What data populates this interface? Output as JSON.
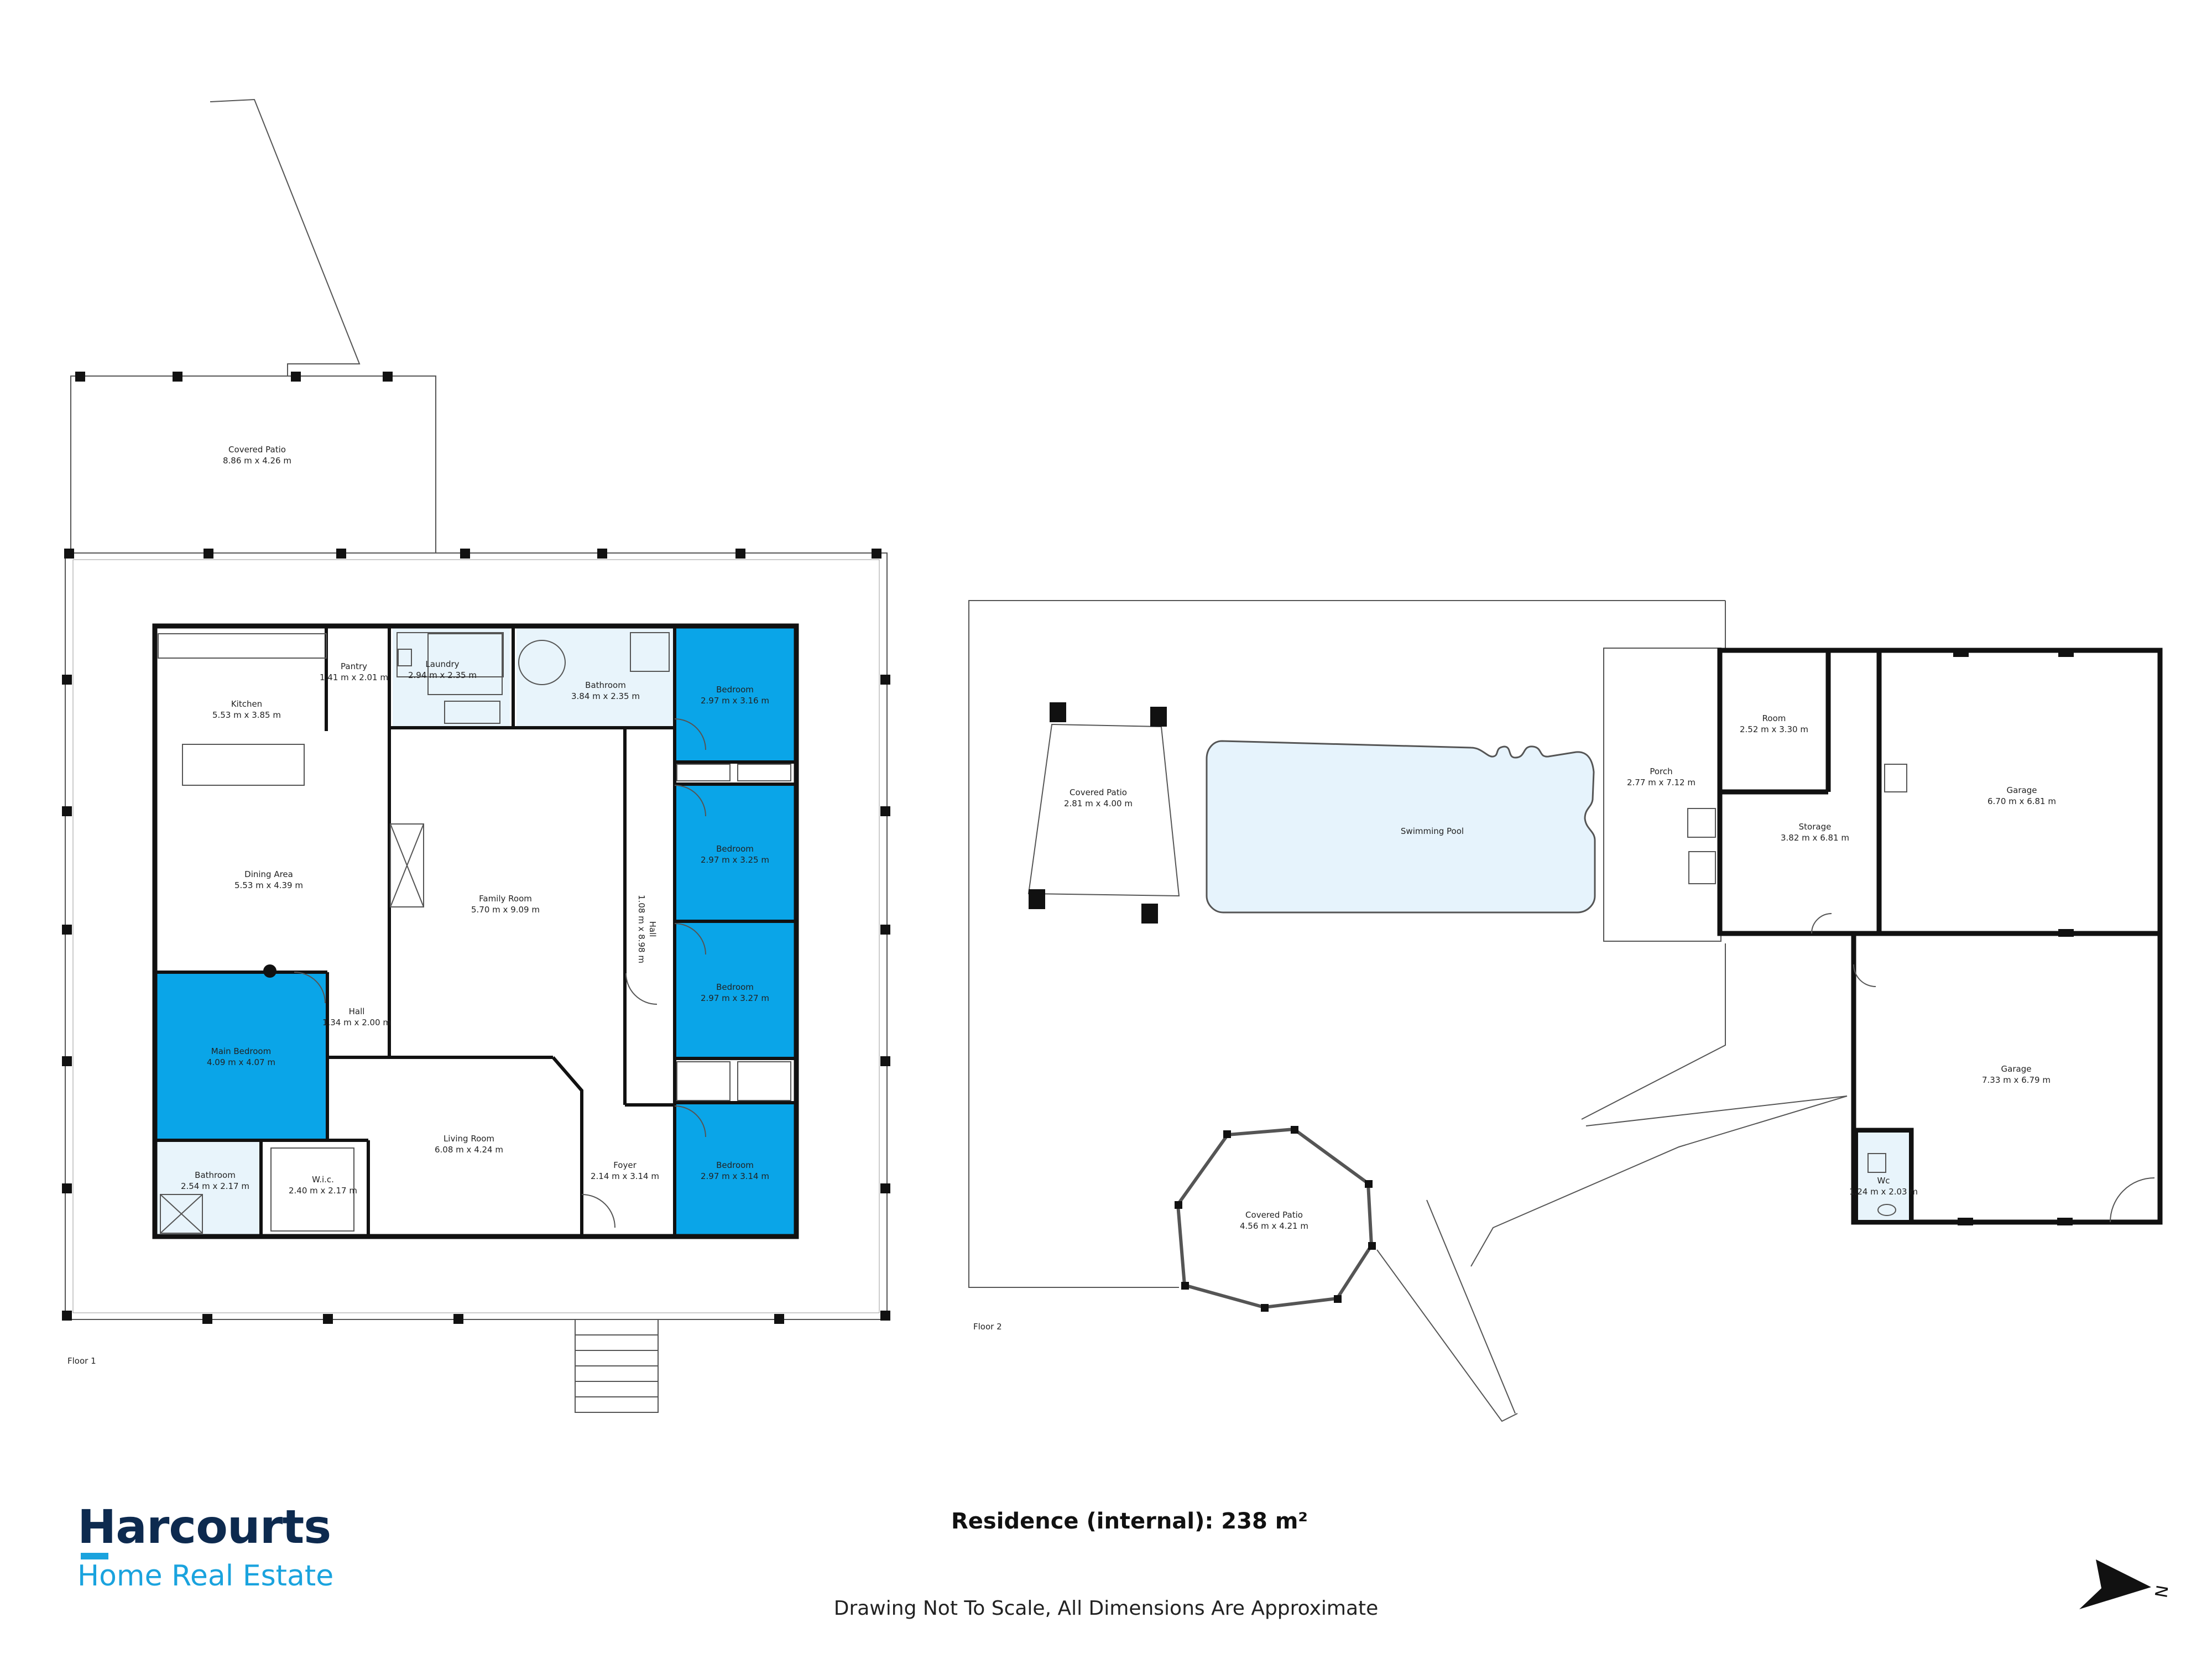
{
  "floors": [
    {
      "label": "Floor 1",
      "rooms": [
        {
          "name": "Covered Patio",
          "dims": "8.86 m x 4.26 m"
        },
        {
          "name": "Pantry",
          "dims": "1.41 m x 2.01 m"
        },
        {
          "name": "Laundry",
          "dims": "2.94 m x 2.35 m"
        },
        {
          "name": "Bathroom",
          "dims": "3.84 m x 2.35 m"
        },
        {
          "name": "Bedroom",
          "dims": "2.97 m x 3.16 m"
        },
        {
          "name": "Kitchen",
          "dims": "5.53 m x 3.85 m"
        },
        {
          "name": "Bedroom",
          "dims": "2.97 m x 3.25 m"
        },
        {
          "name": "Dining Area",
          "dims": "5.53 m x 4.39 m"
        },
        {
          "name": "Family Room",
          "dims": "5.70 m x 9.09 m"
        },
        {
          "name": "Hall",
          "dims": "1.08 m x 8.98 m"
        },
        {
          "name": "Bedroom",
          "dims": "2.97 m x 3.27 m"
        },
        {
          "name": "Hall",
          "dims": "1.34 m x 2.00 m"
        },
        {
          "name": "Main Bedroom",
          "dims": "4.09 m x 4.07 m"
        },
        {
          "name": "Living Room",
          "dims": "6.08 m x 4.24 m"
        },
        {
          "name": "Bathroom",
          "dims": "2.54 m x 2.17 m"
        },
        {
          "name": "W.i.c.",
          "dims": "2.40 m x 2.17 m"
        },
        {
          "name": "Foyer",
          "dims": "2.14 m x 3.14 m"
        },
        {
          "name": "Bedroom",
          "dims": "2.97 m x 3.14 m"
        }
      ]
    },
    {
      "label": "Floor 2",
      "rooms": [
        {
          "name": "Covered Patio",
          "dims": "2.81 m x 4.00 m"
        },
        {
          "name": "Swimming Pool",
          "dims": ""
        },
        {
          "name": "Porch",
          "dims": "2.77 m x 7.12 m"
        },
        {
          "name": "Room",
          "dims": "2.52 m x 3.30 m"
        },
        {
          "name": "Storage",
          "dims": "3.82 m x 6.81 m"
        },
        {
          "name": "Garage",
          "dims": "6.70 m x 6.81 m"
        },
        {
          "name": "Garage",
          "dims": "7.33 m x 6.79 m"
        },
        {
          "name": "Wc",
          "dims": "1.24 m x 2.03 m"
        },
        {
          "name": "Covered Patio",
          "dims": "4.56 m x 4.21 m"
        }
      ]
    }
  ],
  "brand": {
    "name": "Harcourts",
    "office": "Home Real Estate"
  },
  "area_text": "Residence (internal): 238 m²",
  "disclaimer": "Drawing Not To Scale, All Dimensions Are Approximate",
  "compass_label": "N",
  "colors": {
    "highlight": "#0aa5e8",
    "pool": "#e6f3fc",
    "wet_area": "#e8f4fb",
    "wall": "#111111",
    "brand_navy": "#0d2a4f",
    "brand_blue": "#1aa3de"
  }
}
